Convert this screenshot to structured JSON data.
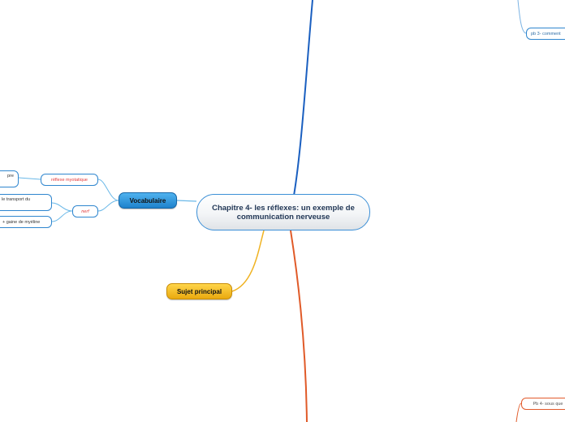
{
  "central": {
    "label": "Chapitre 4- les réflexes: un exemple de communication nerveuse"
  },
  "topics": {
    "vocabulaire": "Vocabulaire",
    "sujet_principal": "Sujet principal"
  },
  "vocabulaire_children": [
    {
      "label": "réflexe myotatique",
      "children": [
        "pre"
      ]
    },
    {
      "label": "nerf",
      "children": [
        "le transport du",
        "+ gaine de myéline"
      ]
    }
  ],
  "right_branches": {
    "pb3": "pb 3- comment",
    "pb4": "Pb 4- sous que"
  },
  "colors": {
    "blue_branch": "#1a5fc0",
    "orange_branch": "#e05a28",
    "yellow_branch": "#f0b323",
    "light_blue_link": "#6ab8e8",
    "node_border": "#2f86cf"
  }
}
